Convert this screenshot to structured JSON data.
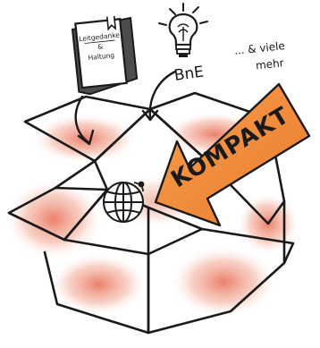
{
  "book": {
    "title_line1": "Leitgedanke",
    "title_line2": "&",
    "title_line3": "Haltung"
  },
  "bulb_label": "BnE",
  "more_text_line1": "... & viele",
  "more_text_line2": "mehr",
  "arrow_label": "KOMPAKT",
  "icons": [
    "book-icon",
    "lightbulb-icon",
    "globe-icon",
    "box-icon",
    "arrow-icon"
  ],
  "colors": {
    "box_fill": "#f4b9a4",
    "box_blush": "#e8684f",
    "arrow_fill": "#f08a3a",
    "arrow_text": "#1a1a1a",
    "book_spine": "#4d4d4d",
    "outline": "#1a1a1a"
  }
}
